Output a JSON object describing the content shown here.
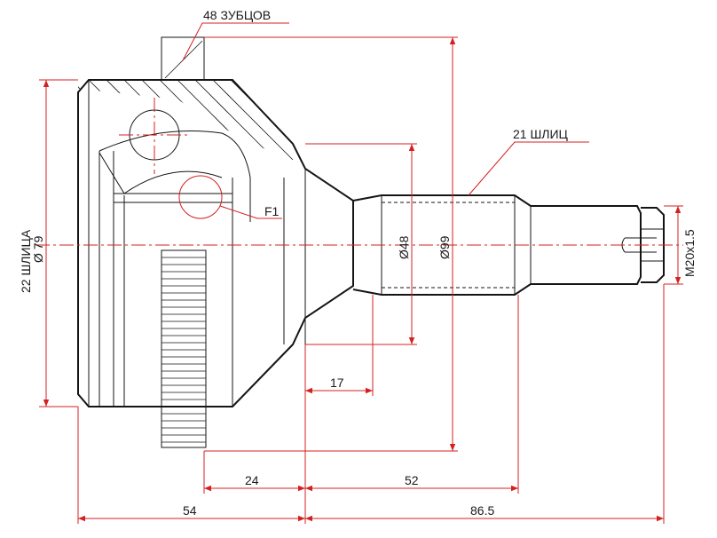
{
  "labels": {
    "teeth": "48 ЗУБЦОВ",
    "spline_shaft": "21 ШЛИЦ",
    "spline_inner": "22 ШЛИЦА",
    "dia_inner": "Ø 79",
    "dia_48": "Ø48",
    "dia_99": "Ø99",
    "feature": "F1",
    "thread": "M20x1.5"
  },
  "dimensions": {
    "d17": "17",
    "d24": "24",
    "d52": "52",
    "d54": "54",
    "d86_5": "86.5"
  },
  "colors": {
    "dimension": "#d42020",
    "outline": "#141414"
  }
}
